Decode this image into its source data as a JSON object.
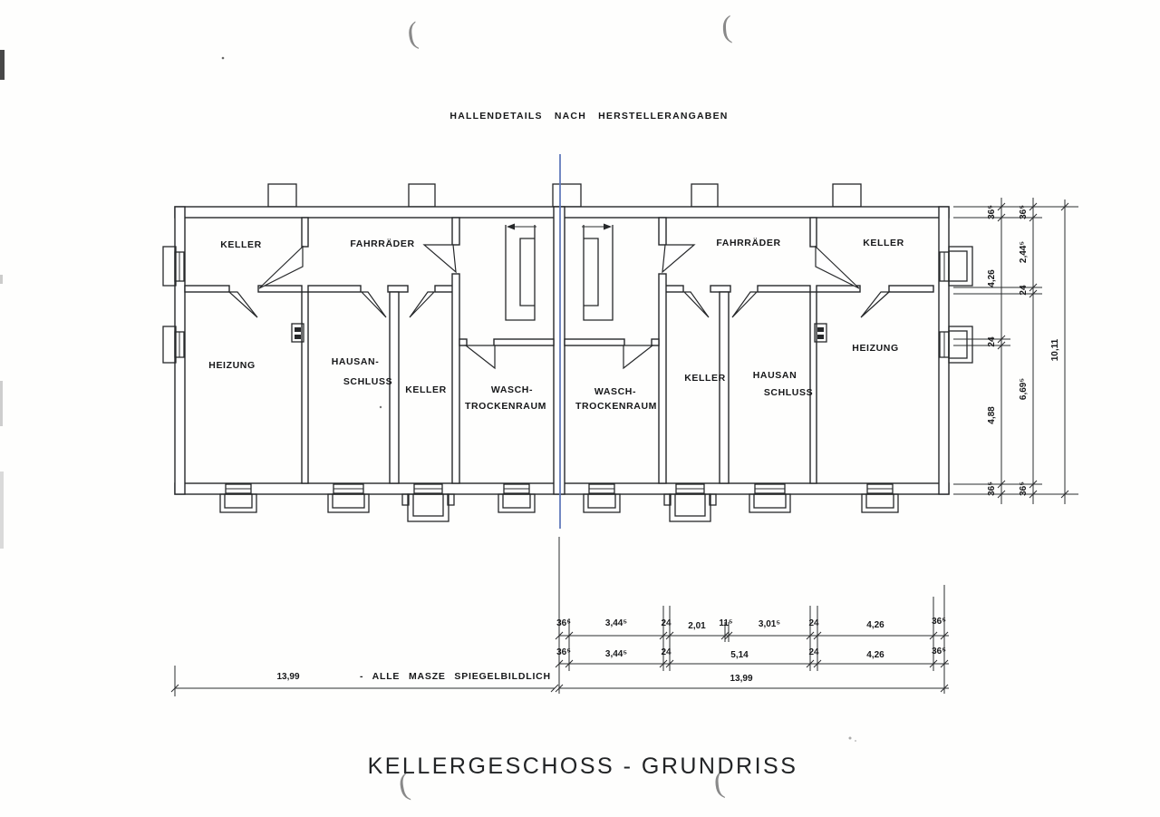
{
  "drawing": {
    "header_note": "HALLENDETAILS NACH HERSTELLERANGABEN",
    "title": "KELLERGESCHOSS - GRUNDRISS",
    "mirror_note": "- ALLE MASZE SPIEGELBILDLICH"
  },
  "rooms": {
    "left": {
      "keller_top": "KELLER",
      "fahrraeder": "FAHRRÄDER",
      "heizung": "HEIZUNG",
      "hausanschluss_line1": "HAUSAN-",
      "hausanschluss_line2": "SCHLUSS",
      "keller_bottom": "KELLER",
      "wasch_line1": "WASCH-",
      "wasch_line2": "TROCKENRAUM"
    },
    "right": {
      "fahrraeder": "FAHRRÄDER",
      "keller_top": "KELLER",
      "heizung": "HEIZUNG",
      "wasch_line1": "WASCH-",
      "wasch_line2": "TROCKENRAUM",
      "keller_bottom": "KELLER",
      "hausanschluss_line1": "HAUSAN",
      "hausanschluss_line2": "SCHLUSS"
    }
  },
  "dims": {
    "v_inner": [
      "36⁵",
      "4,26",
      "24",
      "4,88",
      "36⁵"
    ],
    "v_mid": [
      "36⁵",
      "2,44⁵",
      "24",
      "6,69⁵",
      "36⁵"
    ],
    "v_total": "10,11",
    "h_row1": [
      "36⁵",
      "3,44⁵",
      "24",
      "2,01",
      "11⁵",
      "3,01⁵",
      "24",
      "4,26",
      "36⁵"
    ],
    "h_row2": [
      "36⁵",
      "3,44⁵",
      "24",
      "5,14",
      "24",
      "4,26",
      "36⁵"
    ],
    "h_total_right": "13,99",
    "h_total_left": "13,99"
  },
  "artifacts": {
    "punch": "("
  }
}
